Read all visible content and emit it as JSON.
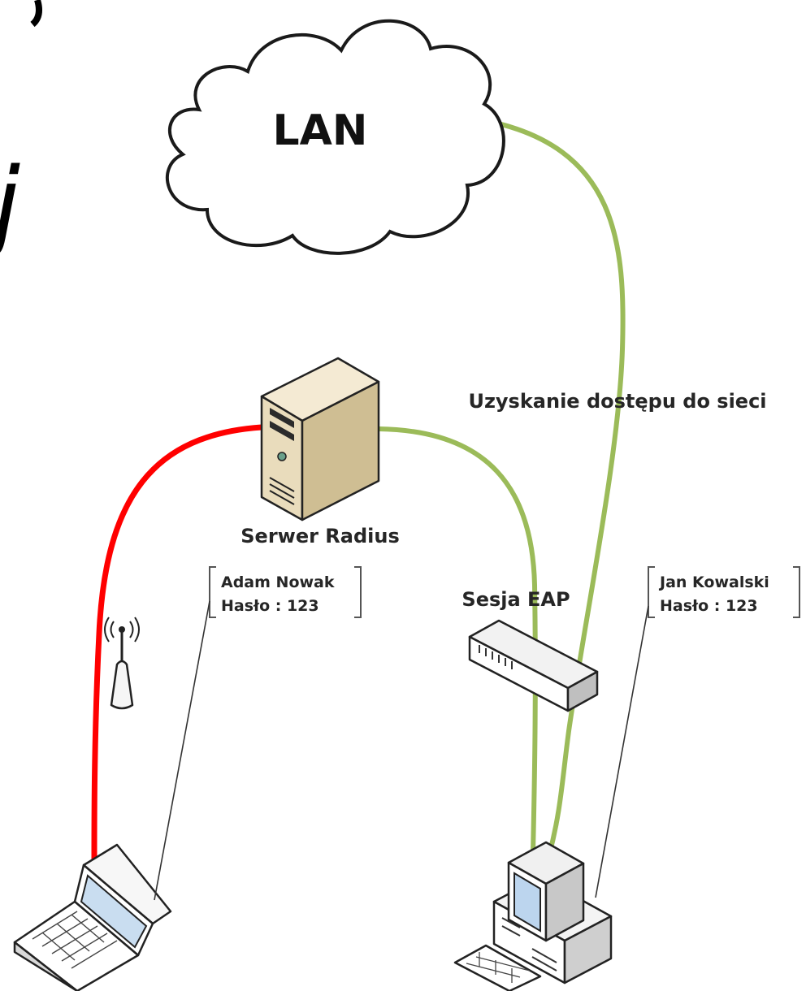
{
  "colors": {
    "trusted_link": "#9bbb59",
    "rejected_link": "#ff0000",
    "outline": "#222222",
    "label": "#262626"
  },
  "nodes": {
    "lan": {
      "label": "LAN",
      "icon": "cloud-icon"
    },
    "radius": {
      "label": "Serwer Radius",
      "icon": "server-tower-icon"
    },
    "switch": {
      "icon": "switch-icon"
    },
    "access_point": {
      "icon": "wireless-access-point-icon"
    },
    "laptop": {
      "icon": "laptop-icon"
    },
    "desktop": {
      "icon": "desktop-computer-icon"
    }
  },
  "edges": {
    "network_access": {
      "label": "Uzyskanie dostępu do sieci",
      "color": "#9bbb59"
    },
    "eap_session": {
      "label": "Sesja EAP",
      "color": "#9bbb59"
    },
    "laptop_radius": {
      "color": "#ff0000"
    }
  },
  "users": {
    "laptop_user": {
      "name": "Adam Nowak",
      "password_line": "Hasło : 123"
    },
    "desktop_user": {
      "name": "Jan Kowalski",
      "password_line": "Hasło : 123"
    }
  },
  "edge_fragment": {
    "text": "ij"
  }
}
